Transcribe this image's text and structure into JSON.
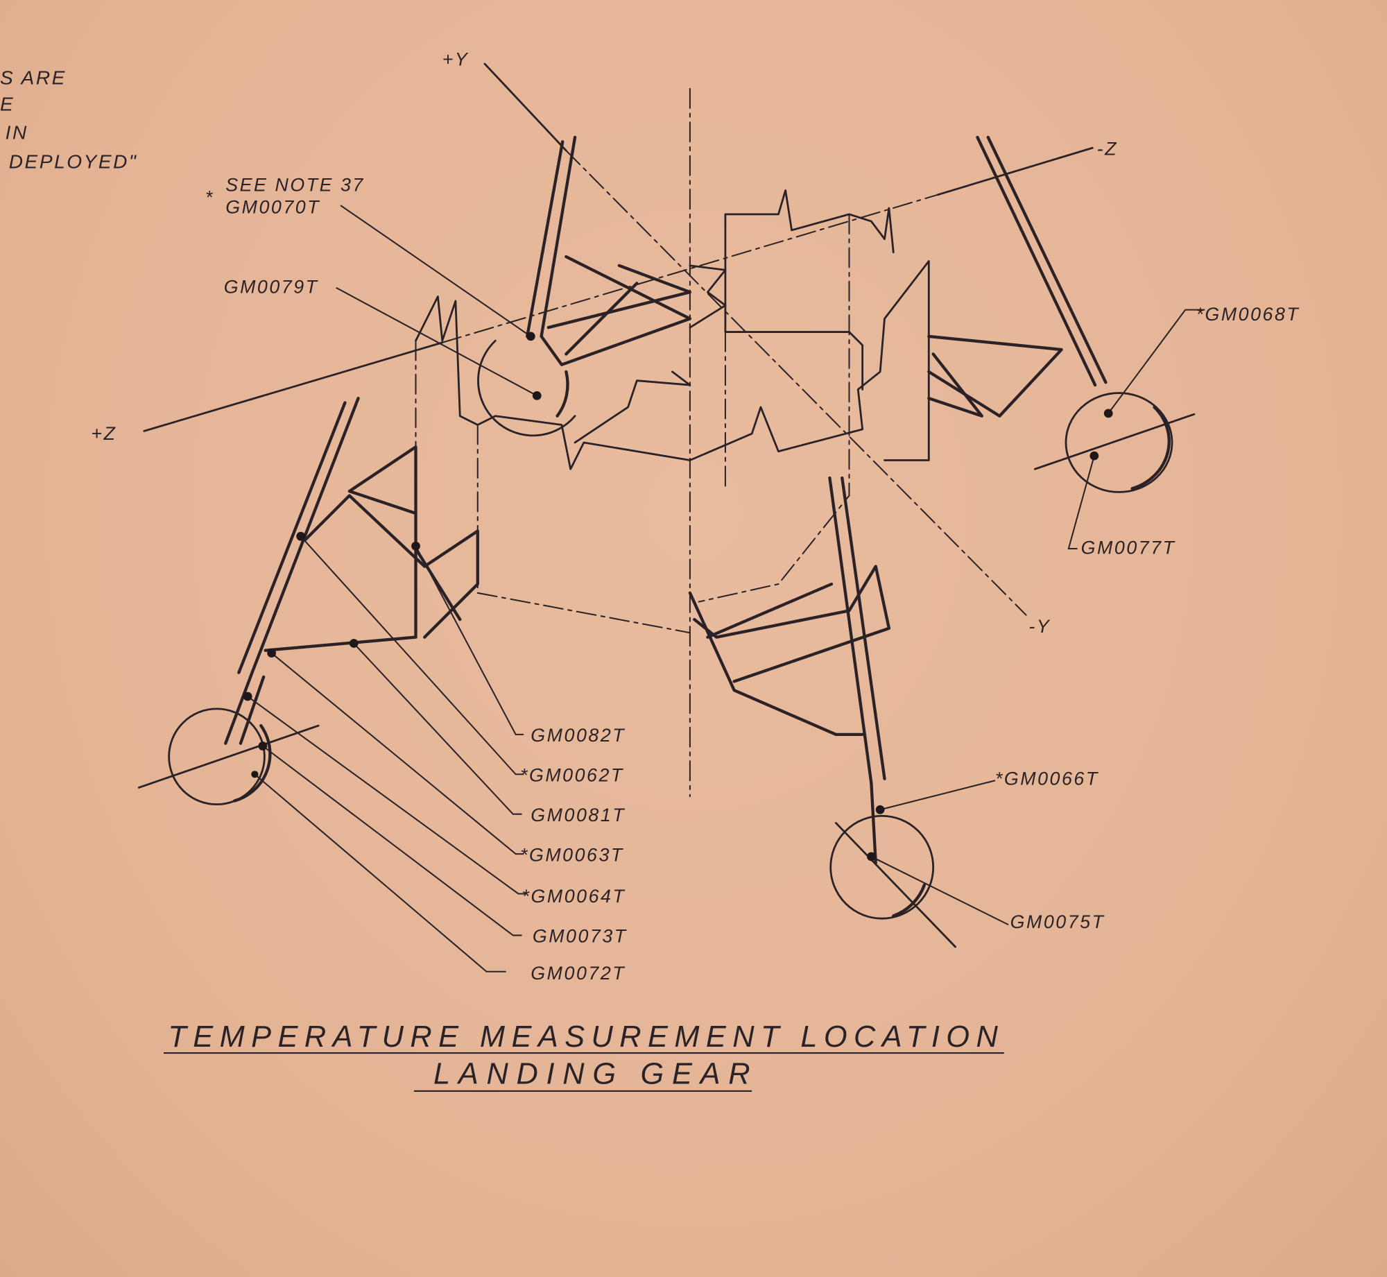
{
  "note_fragment": [
    "S ARE",
    "E",
    "IN",
    "DEPLOYED\""
  ],
  "axes": {
    "plus_y": "+Y",
    "minus_y": "-Y",
    "plus_z": "+Z",
    "minus_z": "-Z"
  },
  "callouts": {
    "see_note": "SEE NOTE 37",
    "asterisk": "*",
    "gm0070t": "GM0070T",
    "gm0079t": "GM0079T",
    "gm0068t": "*GM0068T",
    "gm0077t": "GM0077T",
    "gm0082t": "GM0082T",
    "gm0062t": "*GM0062T",
    "gm0081t": "GM0081T",
    "gm0063t": "*GM0063T",
    "gm0064t": "*GM0064T",
    "gm0073t": "GM0073T",
    "gm0072t": "GM0072T",
    "gm0066t": "*GM0066T",
    "gm0075t": "GM0075T"
  },
  "title": {
    "line1": "TEMPERATURE MEASUREMENT LOCATION",
    "line2": "LANDING GEAR"
  },
  "colors": {
    "paper": "#e5b697",
    "ink": "#2a2226"
  }
}
